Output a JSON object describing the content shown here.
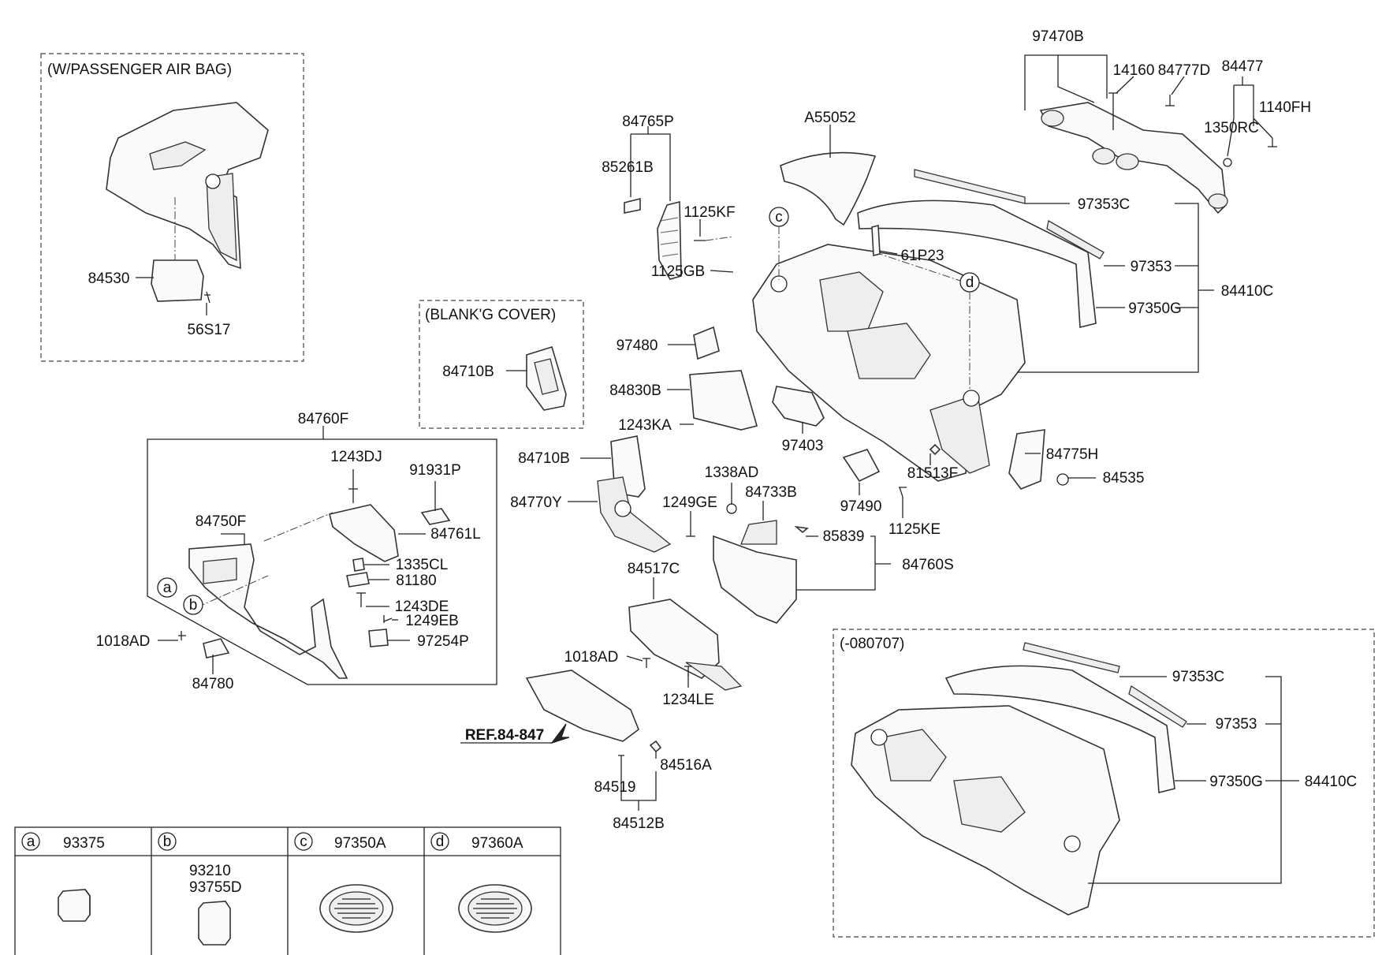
{
  "boxes": {
    "passenger_airbag": "(W/PASSENGER AIR BAG)",
    "blank_cover": "(BLANK'G COVER)",
    "date_variant": "(-080707)"
  },
  "reference": "REF.84-847",
  "parts": {
    "p97470B": "97470B",
    "p14160": "14160",
    "p84777D": "84777D",
    "p84477": "84477",
    "p1140FH": "1140FH",
    "p1350RC": "1350RC",
    "p84765P": "84765P",
    "p85261B": "85261B",
    "pA55052": "A55052",
    "p1125KF": "1125KF",
    "p1125GB": "1125GB",
    "p97353C": "97353C",
    "p61P23": "61P23",
    "p97353": "97353",
    "p84410C": "84410C",
    "p97350G": "97350G",
    "p97480": "97480",
    "p84830B": "84830B",
    "p1243KA": "1243KA",
    "p97403": "97403",
    "p84775H": "84775H",
    "p81513F": "81513F",
    "p84535": "84535",
    "p97490": "97490",
    "p1125KE": "1125KE",
    "p84530": "84530",
    "p56S17": "56S17",
    "p84710B_box": "84710B",
    "p84760F": "84760F",
    "p1243DJ": "1243DJ",
    "p91931P": "91931P",
    "p84750F": "84750F",
    "p84761L": "84761L",
    "p1335CL": "1335CL",
    "p81180": "81180",
    "p1243DE": "1243DE",
    "p1249EB": "1249EB",
    "p97254P": "97254P",
    "p1018AD_l": "1018AD",
    "p84780": "84780",
    "p84710B": "84710B",
    "p84770Y": "84770Y",
    "p1338AD": "1338AD",
    "p84733B": "84733B",
    "p1249GE": "1249GE",
    "p85839": "85839",
    "p84760S": "84760S",
    "p84517C": "84517C",
    "p1018AD_m": "1018AD",
    "p1234LE": "1234LE",
    "p84516A": "84516A",
    "p84519": "84519",
    "p84512B": "84512B",
    "p97353C_b": "97353C",
    "p97353_b": "97353",
    "p97350G_b": "97350G",
    "p84410C_b": "84410C"
  },
  "callouts": {
    "a": "a",
    "b": "b",
    "c": "c",
    "d": "d"
  },
  "legend": [
    {
      "letter": "a",
      "part": "93375",
      "part2": ""
    },
    {
      "letter": "b",
      "part": "93210",
      "part2": "93755D"
    },
    {
      "letter": "c",
      "part": "97350A",
      "part2": ""
    },
    {
      "letter": "d",
      "part": "97360A",
      "part2": ""
    }
  ]
}
